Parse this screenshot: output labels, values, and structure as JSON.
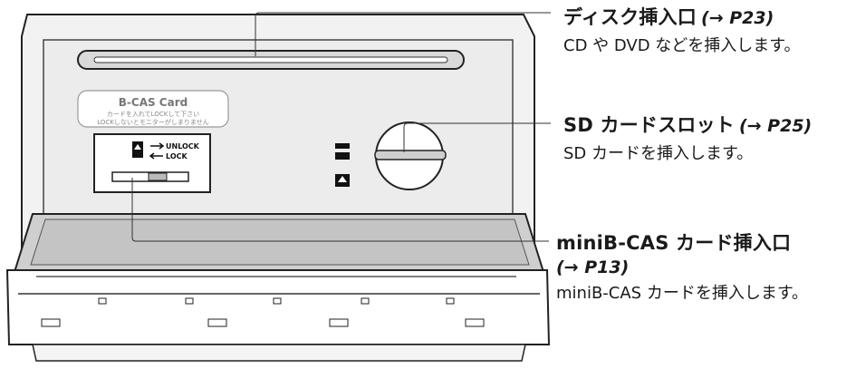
{
  "callouts": {
    "disc_slot": {
      "title": "ディスク挿入口",
      "ref": "(→ P23)",
      "desc": "CD や DVD などを挿入します。"
    },
    "sd_slot": {
      "title": "SD カードスロット",
      "ref": "(→ P25)",
      "desc": "SD カードを挿入します。"
    },
    "minibcas_slot": {
      "title": "miniB-CAS カード挿入口",
      "ref": "(→ P13)",
      "desc": "miniB-CAS カードを挿入します。"
    }
  },
  "device": {
    "bcas_card_title": "B-CAS Card",
    "bcas_card_line1": "カードを入れてLOCKして下さい",
    "bcas_card_line2": "LOCKしないとモニターがしまりません",
    "unlock_label": "UNLOCK",
    "lock_label": "LOCK"
  }
}
